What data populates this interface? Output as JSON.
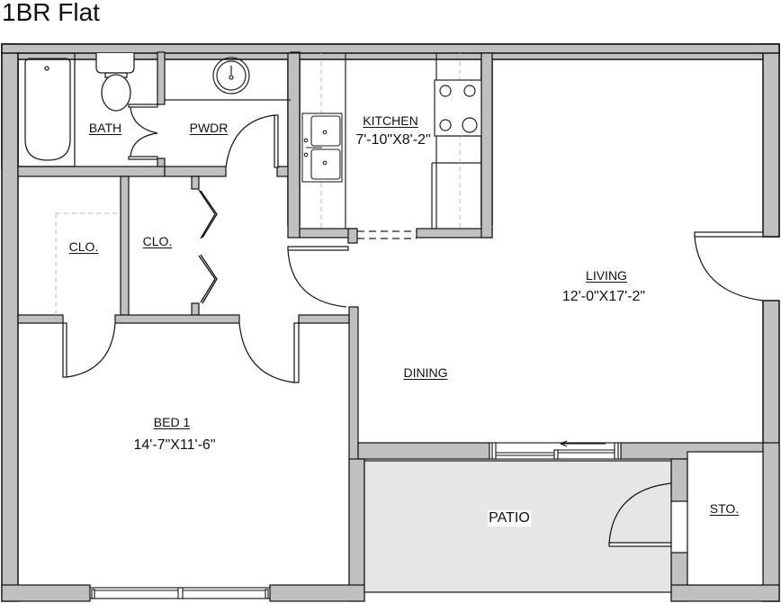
{
  "title": "1BR Flat",
  "colors": {
    "wall_fill": "#c0c0c0",
    "wall_line": "#111111",
    "patio_fill": "#e6e6e6",
    "fixture_line": "#222222",
    "dashed_line": "#bbbbbb"
  },
  "rooms": {
    "bath": {
      "label": "BATH"
    },
    "pwdr": {
      "label": "PWDR"
    },
    "kitchen": {
      "label": "KITCHEN",
      "dimensions": "7'-10\"X8'-2\""
    },
    "living": {
      "label": "LIVING",
      "dimensions": "12'-0\"X17'-2\""
    },
    "closet_left": {
      "label": "CLO."
    },
    "closet_right": {
      "label": "CLO."
    },
    "dining": {
      "label": "DINING"
    },
    "bed1": {
      "label": "BED 1",
      "dimensions": "14'-7\"X11'-6\""
    },
    "patio": {
      "label": "PATIO"
    },
    "storage": {
      "label": "STO."
    }
  },
  "fixtures": [
    "bathtub-icon",
    "toilet-icon",
    "lavatory-sink-icon",
    "double-sink-icon",
    "cooktop-icon",
    "refrigerator-space",
    "sliding-door-icon",
    "bifold-door-icon",
    "window-icon"
  ]
}
